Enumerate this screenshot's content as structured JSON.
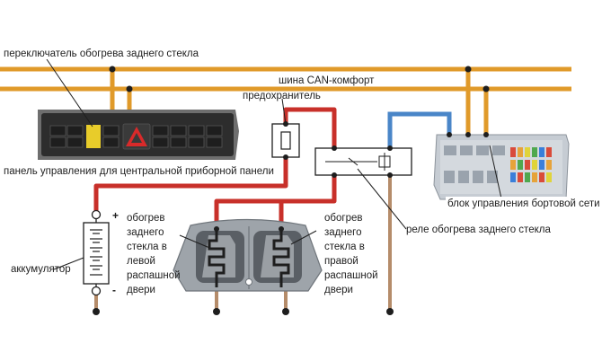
{
  "labels": {
    "switch": "переключатель обогрева заднего стекла",
    "can_bus": "шина CAN-комфорт",
    "fuse": "предохранитель",
    "panel": "панель управления для центральной приборной панели",
    "relay": "реле обогрева заднего стекла",
    "control_unit": "блок управления бортовой сети",
    "battery": "аккумулятор",
    "heater_left": [
      "обогрев",
      "заднего",
      "стекла в",
      "левой",
      "распашной",
      "двери"
    ],
    "heater_right": [
      "обогрев",
      "заднего",
      "стекла в",
      "правой",
      "распашной",
      "двери"
    ],
    "plus": "+",
    "minus": "-"
  },
  "colors": {
    "can_bus": "#e09a2a",
    "power": "#c8302a",
    "ground": "#b58c6a",
    "signal": "#4a86c8",
    "dark": "#1e1e1e",
    "panel": "#2d2d2d",
    "switch_highlight": "#e8cc2a"
  }
}
